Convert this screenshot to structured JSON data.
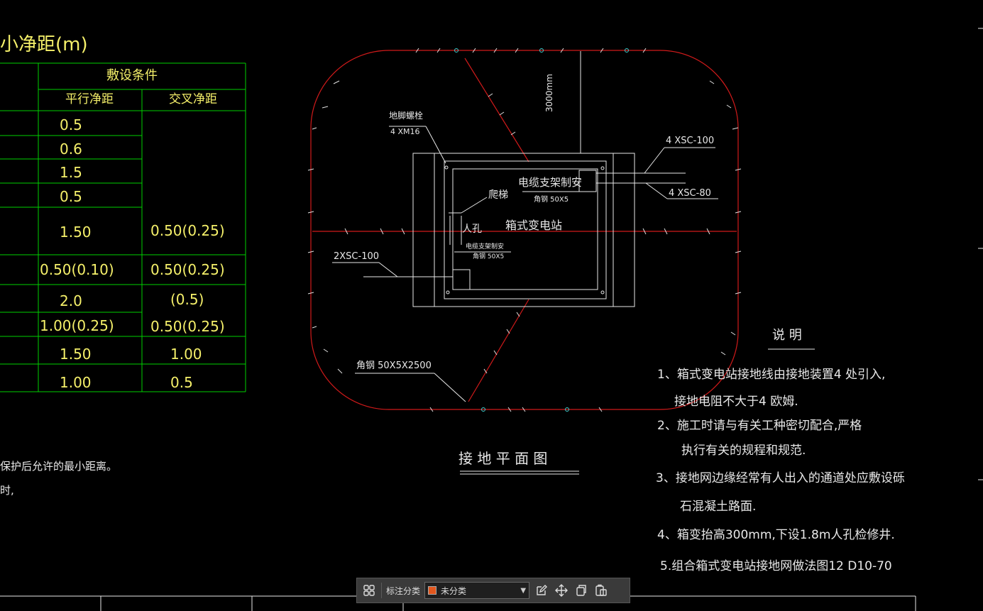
{
  "table": {
    "title": "小净距(m)",
    "group_header": "敷设条件",
    "col_parallel": "平行净距",
    "col_cross": "交叉净距",
    "parallel_values": [
      "0.5",
      "0.6",
      "1.5",
      "0.5",
      "1.50",
      "0.50(0.10)",
      "2.0",
      "1.00(0.25)",
      "1.50",
      "1.00"
    ],
    "cross_values": [
      "0.50(0.25)",
      "0.50(0.25)",
      "(0.5)",
      "0.50(0.25)",
      "1.00",
      "0.5"
    ]
  },
  "left_notes": [
    "保护后允许的最小距离。",
    "时,"
  ],
  "plan": {
    "dim_3000": "3000mm",
    "anchor_bolt": "地脚螺栓",
    "anchor_bolt_spec": "4 XM16",
    "conduit_top1": "4 XSC-100",
    "conduit_top2": "4 XSC-80",
    "cable_bracket": "电缆支架制安",
    "angle_steel_small": "角钢 50X5",
    "ladder": "爬梯",
    "manhole": "人孔",
    "bracket_small": "电缆支架制安",
    "angle_small2": "角钢 50X5",
    "station": "箱式变电站",
    "conduit_left": "2XSC-100",
    "angle_steel": "角钢 50X5X2500",
    "title": "接 地 平 面 图"
  },
  "notes": {
    "heading": "说 明",
    "items": [
      "1、箱式变电站接地线由接地装置4 处引入,",
      "接地电阻不大于4 欧姆.",
      "2、施工时请与有关工种密切配合,严格",
      "执行有关的规程和规范.",
      "3、接地网边缘经常有人出入的通道处应敷设砾",
      "石混凝土路面.",
      "4、箱变抬高300mm,下设1.8m人孔检修井.",
      "5.组合箱式变电站接地网做法图12 D10-70"
    ]
  },
  "toolbar": {
    "grid_icon": "grid-icon",
    "label": "标注分类",
    "selected": "未分类",
    "selected_color": "#e2571e",
    "icons": [
      "edit-icon",
      "move-icon",
      "copy-icon",
      "paste-icon"
    ]
  },
  "colors": {
    "background": "#000000",
    "table_lines": "#00d000",
    "grounding_loop": "#d01a1a",
    "text_yellow": "#f5f06a",
    "text_white": "#e8e8e8"
  }
}
